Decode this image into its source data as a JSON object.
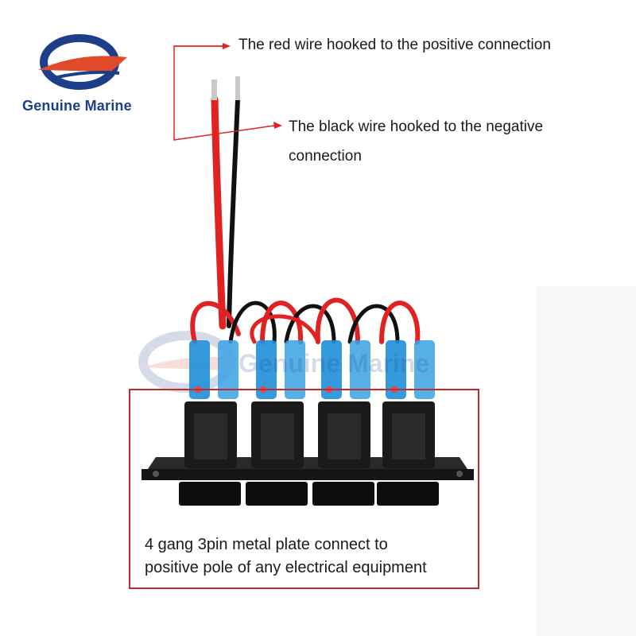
{
  "brand": {
    "name": "Genuine Marine",
    "watermark": "Genuine Marine",
    "color": "#1d3f8a",
    "accent": "#e04a2a"
  },
  "callouts": {
    "red_wire": "The red wire  hooked to the positive connection",
    "black_wire_line1": "The black wire  hooked to the negative",
    "black_wire_line2": "connection",
    "arrow_color": "#e32222"
  },
  "plate": {
    "line1": "4 gang 3pin metal plate connect to",
    "line2": "positive pole of any electrical equipment",
    "border_color": "#c42a2a"
  },
  "product": {
    "switch_count": 4,
    "wire_colors": [
      "#e02222",
      "#111111"
    ],
    "connector_color": "#1f8fd8"
  }
}
